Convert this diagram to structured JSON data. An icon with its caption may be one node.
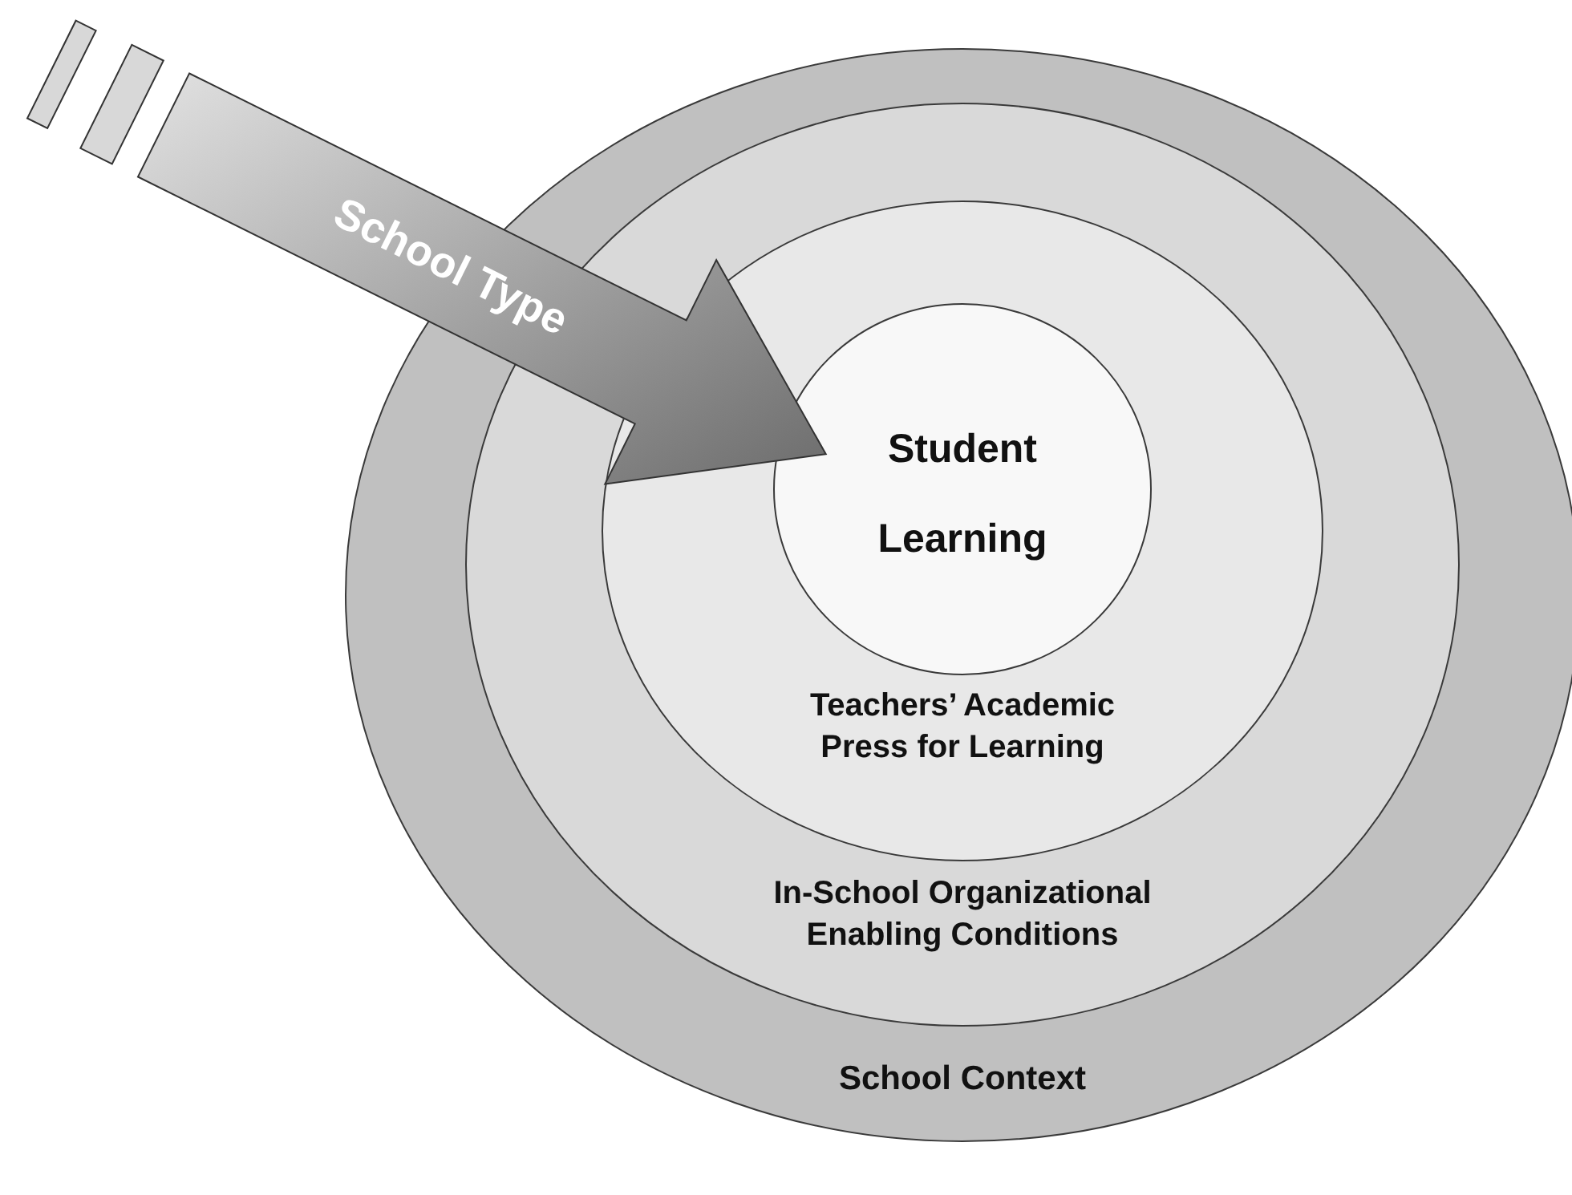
{
  "diagram": {
    "nodes": [
      {
        "text": [
          "School Context"
        ]
      },
      {
        "text": [
          "In-School Organizational Enabling Conditions"
        ],
        "in": 0
      },
      {
        "text": [
          "Teachers’ Academic Press for Learning"
        ],
        "in": 1
      },
      {
        "text": [
          "Student Learning"
        ],
        "in": 2
      }
    ],
    "edges": [
      {
        "from": null,
        "to": 3,
        "arrow": "to",
        "label": "School Type",
        "style": "thick"
      }
    ]
  }
}
